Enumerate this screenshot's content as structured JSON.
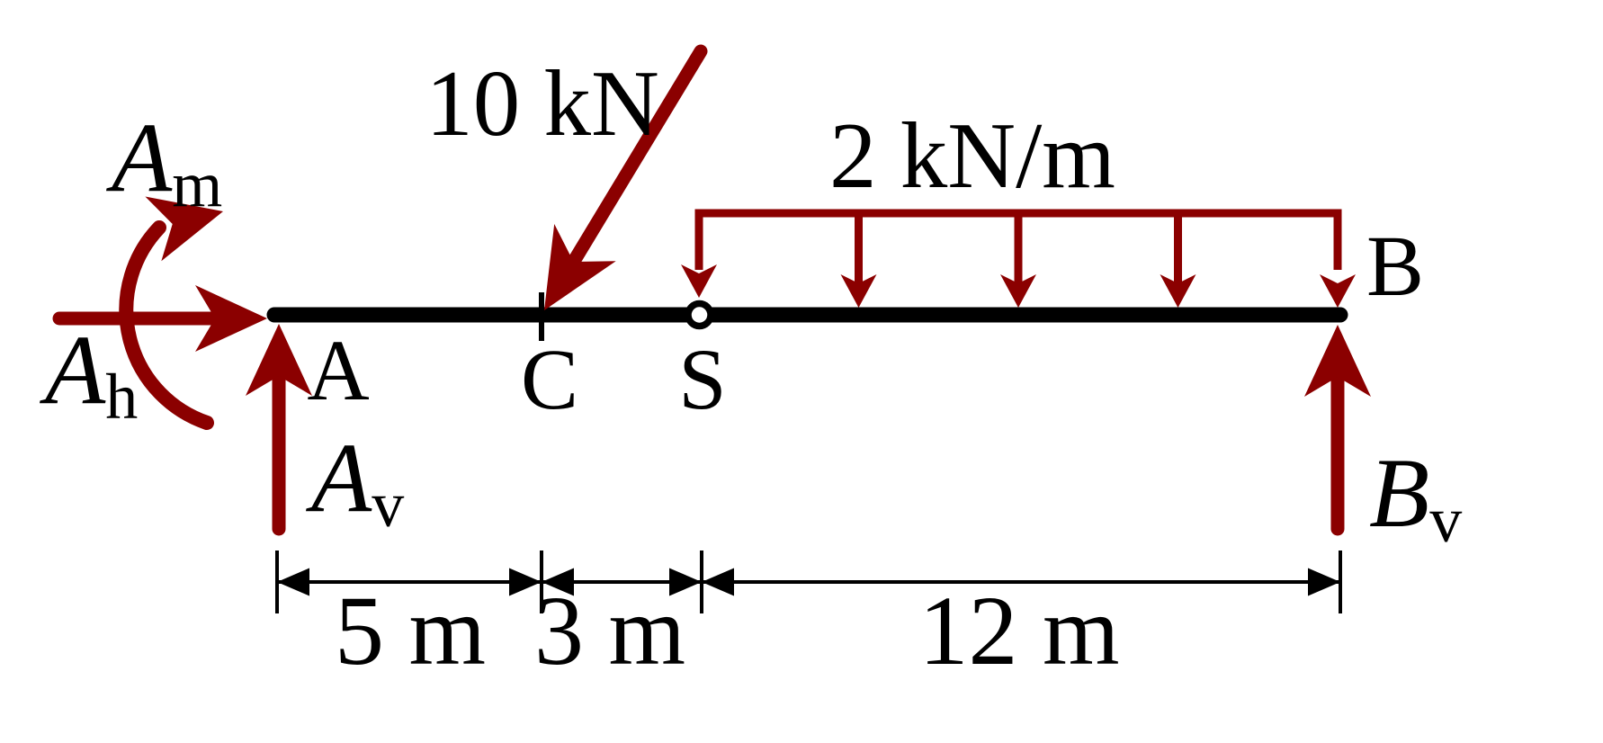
{
  "colors": {
    "force": "#8B0000",
    "beam": "#000000",
    "dimension": "#000000",
    "text": "#000000",
    "background": "#FFFFFF"
  },
  "points": {
    "a": {
      "label": "A"
    },
    "c": {
      "label": "C"
    },
    "s": {
      "label": "S"
    },
    "b": {
      "label": "B"
    }
  },
  "supports": {
    "s_hinge_icon": "open-circle"
  },
  "loads": {
    "point_load": {
      "label": "10 kN",
      "applied_at": "C"
    },
    "distributed_load": {
      "label": "2 kN/m",
      "from": "S",
      "to": "B",
      "arrow_count": 5
    }
  },
  "reactions": {
    "a_moment": {
      "main": "A",
      "sub": "m"
    },
    "a_horizontal": {
      "main": "A",
      "sub": "h"
    },
    "a_vertical": {
      "main": "A",
      "sub": "v"
    },
    "b_vertical": {
      "main": "B",
      "sub": "v"
    }
  },
  "dimensions": {
    "a_c": {
      "label": "5 m"
    },
    "c_s": {
      "label": "3 m"
    },
    "s_b": {
      "label": "12 m"
    }
  }
}
